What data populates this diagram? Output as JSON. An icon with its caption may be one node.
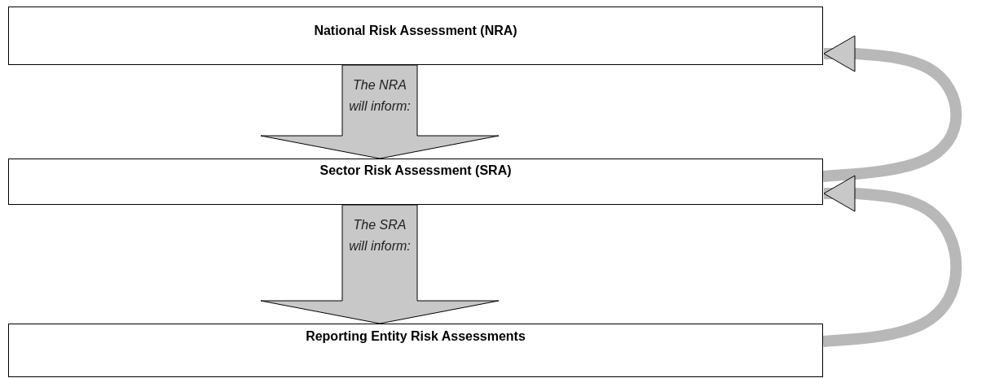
{
  "diagram": {
    "nodes": [
      {
        "text": [
          "National Risk Assessment (NRA)"
        ]
      },
      {
        "text": [
          "Sector Risk Assessment (SRA)"
        ]
      },
      {
        "text": [
          "Reporting Entity Risk Assessments"
        ]
      }
    ],
    "edges": [
      {
        "from": 0,
        "to": 1,
        "arrow": "to",
        "label": "The NRA will inform:",
        "style": "thick"
      },
      {
        "from": 1,
        "to": 2,
        "arrow": "to",
        "label": "The SRA will inform:",
        "style": "thick"
      },
      {
        "from": 1,
        "to": 0,
        "arrow": "to"
      },
      {
        "from": 2,
        "to": 1,
        "arrow": "to"
      }
    ]
  }
}
